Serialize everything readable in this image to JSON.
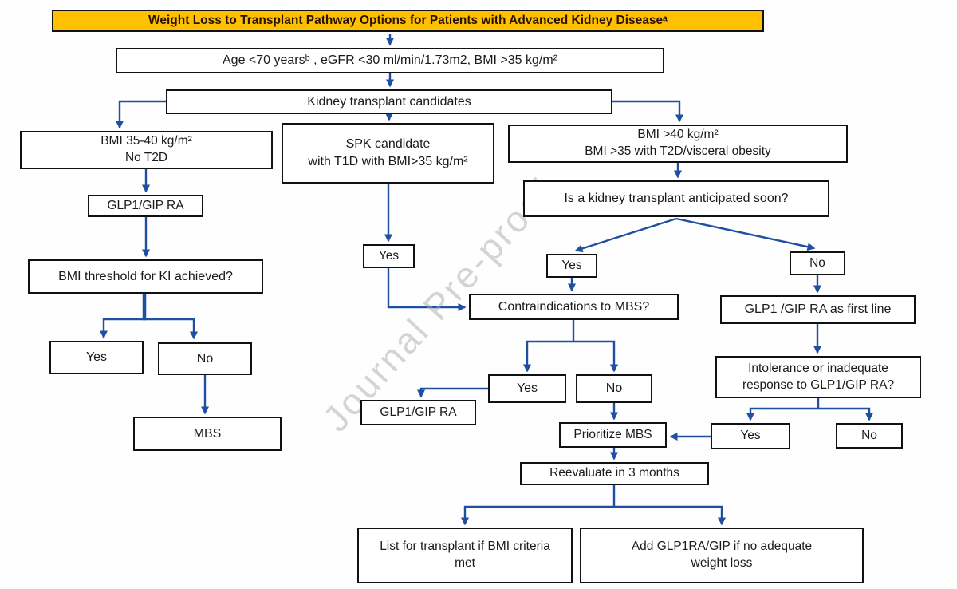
{
  "title": "Weight Loss to Transplant Pathway Options for Patients with Advanced Kidney Diseaseᵃ",
  "watermark": "Journal Pre-proof",
  "colors": {
    "title_bg": "#FFC000",
    "arrow_blue": "#1f4fa0",
    "border_black": "#111111",
    "watermark_gray": "#ababab"
  },
  "nodes": {
    "age": "Age <70 yearsᵇ , eGFR <30 ml/min/1.73m2, BMI >35 kg/m²",
    "ktc": "Kidney transplant candidates",
    "bmi3540": {
      "line1": "BMI 35-40 kg/m²",
      "line2": "No T2D"
    },
    "spk": {
      "line1": "SPK candidate",
      "line2": "with T1D with BMI>35 kg/m²"
    },
    "bmi40": {
      "line1": "BMI >40 kg/m²",
      "line2": "BMI >35 with T2D/visceral obesity"
    },
    "glp1_left": "GLP1/GIP RA",
    "kt_soon": "Is a kidney transplant anticipated soon?",
    "bmi_threshold": "BMI threshold for KI achieved?",
    "yes_spk": "Yes",
    "yes_kt": "Yes",
    "no_kt": "No",
    "contra": "Contraindications to MBS?",
    "glp1_first": "GLP1 /GIP RA as first line",
    "yes_left": "Yes",
    "no_left": "No",
    "intol": {
      "line1": "Intolerance or inadequate",
      "line2": "response to GLP1/GIP RA?"
    },
    "yes_contra": "Yes",
    "no_contra": "No",
    "glp1_mid": "GLP1/GIP RA",
    "prioritize": "Prioritize MBS",
    "yes_intol": "Yes",
    "no_intol": "No",
    "mbs": "MBS",
    "reeval": "Reevaluate in 3 months",
    "list_transplant": {
      "line1": "List for transplant if BMI criteria",
      "line2": "met"
    },
    "add_glp1": {
      "line1": "Add GLP1RA/GIP if no adequate",
      "line2": "weight loss"
    }
  }
}
